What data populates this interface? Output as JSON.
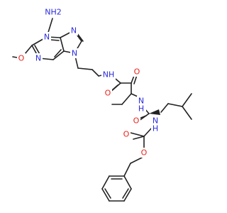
{
  "molecule": {
    "colors": {
      "bond": "#222222",
      "N": "#2a2adc",
      "O": "#e8231b",
      "background": "#ffffff"
    },
    "labels": {
      "nh2": "NH2",
      "n_purine_1": "N",
      "n_purine_3": "N",
      "n_purine_7": "N",
      "n_purine_9": "N",
      "o_methoxy": "O",
      "nh_amide_1": "NH",
      "o_amide_1": "O",
      "o_ketone": "O",
      "nh_amide_2": "N",
      "h_amide_2": "H",
      "o_amide_2": "O",
      "nh_carbamate": "N",
      "h_carbamate": "H",
      "o_carbamate_c": "O",
      "o_carbamate_ester": "O"
    }
  }
}
